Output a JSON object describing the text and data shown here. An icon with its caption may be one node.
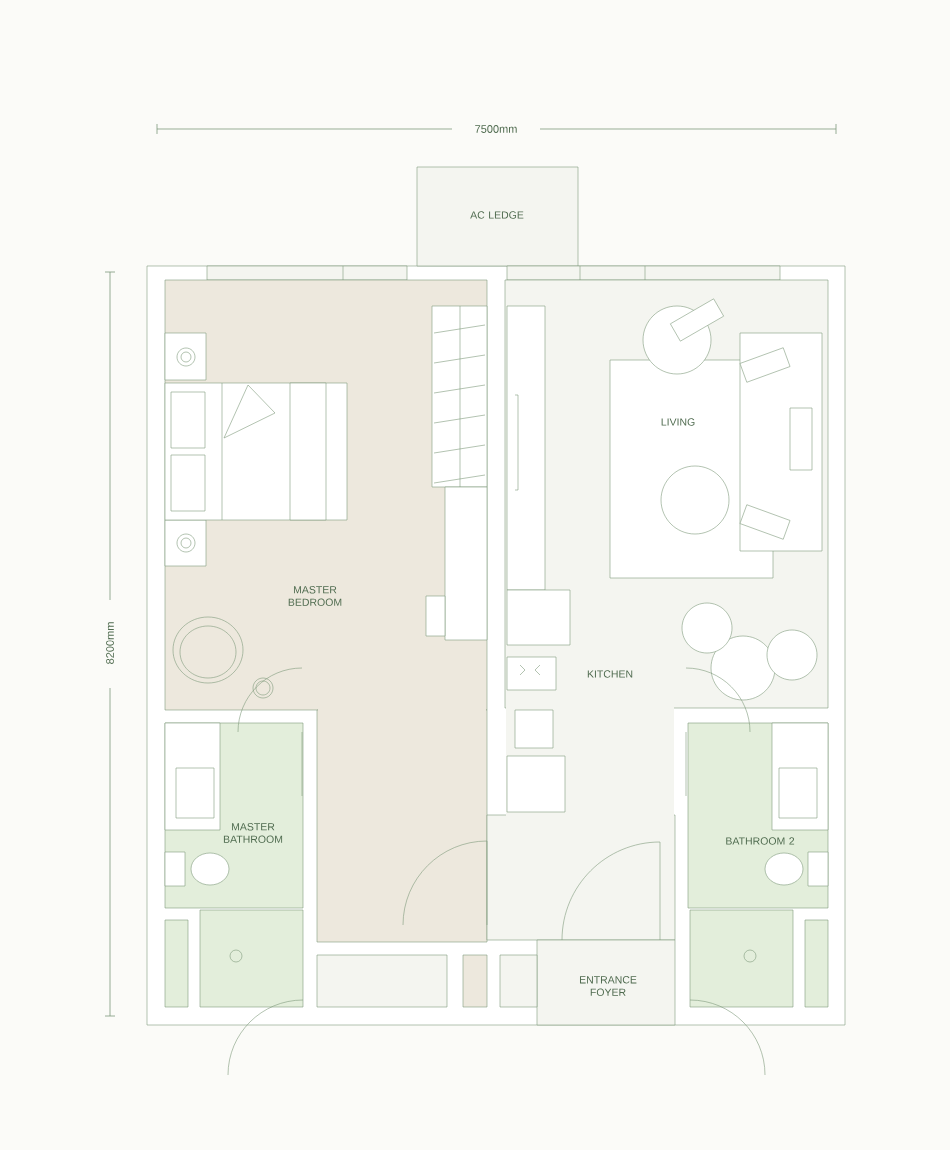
{
  "diagram": {
    "nodes": [
      {
        "text": [
          "AC LEDGE"
        ]
      },
      {
        "text": [
          "MASTER BEDROOM"
        ]
      },
      {
        "text": [
          "LIVING"
        ]
      },
      {
        "text": [
          "KITCHEN"
        ]
      },
      {
        "text": [
          "MASTER BATHROOM"
        ]
      },
      {
        "text": [
          "BATHROOM 2"
        ]
      },
      {
        "text": [
          "ENTRANCE FOYER"
        ]
      }
    ],
    "labels": [
      "7500mm",
      "8200mm"
    ]
  }
}
